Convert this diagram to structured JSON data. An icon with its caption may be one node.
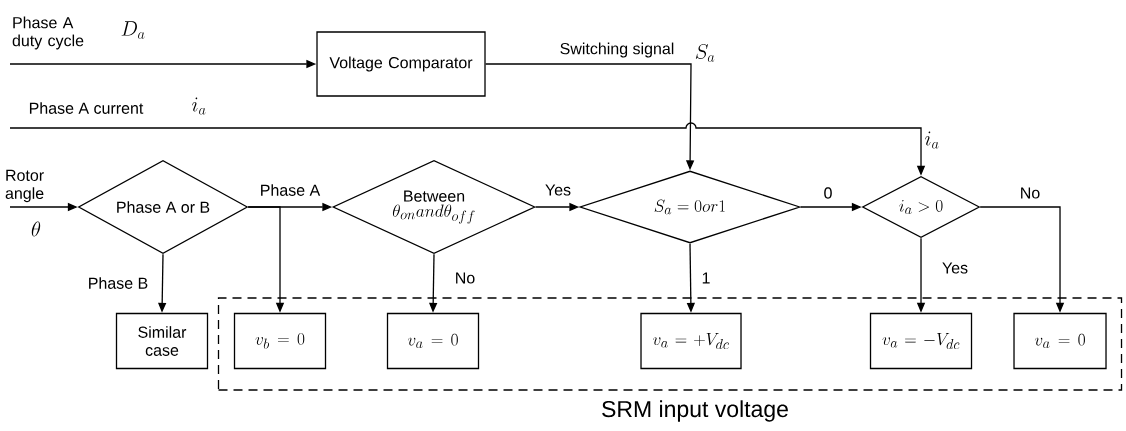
{
  "diagram": {
    "nodes": [
      {
        "text": [
          "Voltage Comparator"
        ]
      },
      {
        "text": [
          "Phase A or B"
        ]
      },
      {
        "text": [
          "Between",
          "\\theta_{on} and \\theta_{off}"
        ]
      },
      {
        "text": [
          "S_a = 0 or 1"
        ]
      },
      {
        "text": [
          "i_a > 0"
        ]
      },
      {
        "text": [
          "Similar case"
        ]
      },
      {
        "text": [
          "SRM input voltage"
        ]
      },
      {
        "text": [
          "v_b = 0"
        ],
        "in": 6
      },
      {
        "text": [
          "v_a = 0"
        ],
        "in": 6
      },
      {
        "text": [
          "v_a = +V_{dc}"
        ],
        "in": 6
      },
      {
        "text": [
          "v_a = -V_{dc}"
        ],
        "in": 6
      },
      {
        "text": [
          "v_a = 0"
        ],
        "in": 6
      }
    ],
    "edges": [
      {
        "from": null,
        "to": 0,
        "arrow": "to",
        "label": "Phase A duty cycle"
      },
      {
        "from": 0,
        "to": 3,
        "arrow": "to",
        "label": "Switching signal"
      },
      {
        "from": null,
        "to": 4,
        "arrow": "to",
        "label": "Phase A current"
      },
      {
        "from": null,
        "to": 1,
        "arrow": "to",
        "label": "Rotor angle"
      },
      {
        "from": 1,
        "to": 2,
        "arrow": "to",
        "label": "Phase A"
      },
      {
        "from": 1,
        "to": 7,
        "arrow": "to"
      },
      {
        "from": 1,
        "to": 5,
        "arrow": "to",
        "label": "Phase B"
      },
      {
        "from": 2,
        "to": 3,
        "arrow": "to",
        "label": "Yes"
      },
      {
        "from": 2,
        "to": 8,
        "arrow": "to",
        "label": "No"
      },
      {
        "from": 3,
        "to": 4,
        "arrow": "to",
        "label": "0"
      },
      {
        "from": 3,
        "to": 9,
        "arrow": "to",
        "label": "1"
      },
      {
        "from": 4,
        "to": 10,
        "arrow": "to",
        "label": "Yes"
      },
      {
        "from": 4,
        "to": 11,
        "arrow": "to",
        "label": "No"
      }
    ],
    "labels": [
      "D_a",
      "S_a",
      "i_a",
      "i_a",
      "\\theta"
    ]
  }
}
